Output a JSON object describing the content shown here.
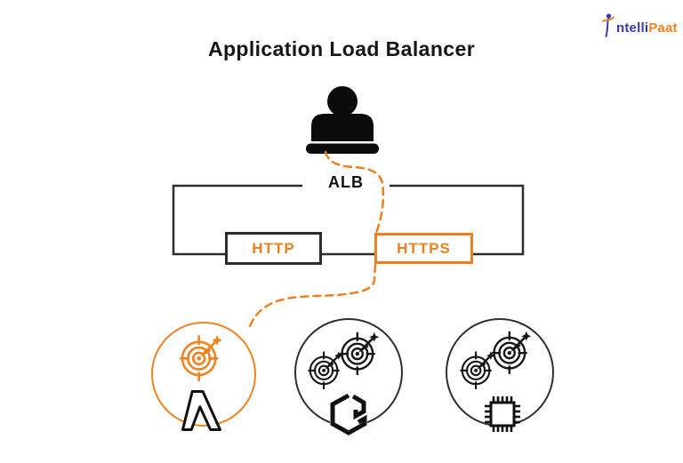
{
  "header": {
    "title": "Application Load Balancer"
  },
  "logo": {
    "text_primary": "ntelli",
    "text_secondary": "Paat",
    "color_primary": "#3A3AB5",
    "color_secondary": "#F58220",
    "icon": "jumping-person-icon"
  },
  "diagram": {
    "user_icon": "person-at-desk-icon",
    "alb_label": "ALB",
    "listeners": [
      {
        "label": "HTTP",
        "border_color": "#2D2D2D",
        "text_color": "#F0801F"
      },
      {
        "label": "HTTPS",
        "border_color": "#F0801F",
        "text_color": "#F0801F"
      }
    ],
    "connections": [
      {
        "from": "user",
        "to": "https-listener",
        "style": "dashed",
        "color": "#F0801F"
      },
      {
        "from": "https-listener",
        "to": "lambda-target-group",
        "style": "dashed",
        "color": "#F0801F"
      }
    ],
    "target_groups": [
      {
        "ring_color": "#F0831F",
        "icons": [
          "target-icon",
          "lambda-icon"
        ]
      },
      {
        "ring_color": "#2F2F2F",
        "icons": [
          "target-icon",
          "target-icon",
          "container-icon"
        ]
      },
      {
        "ring_color": "#2F2F2F",
        "icons": [
          "target-icon",
          "target-icon",
          "chip-icon"
        ]
      }
    ],
    "colors": {
      "accent": "#F0801F",
      "line": "#2D2D2D",
      "ink": "#161616"
    }
  }
}
